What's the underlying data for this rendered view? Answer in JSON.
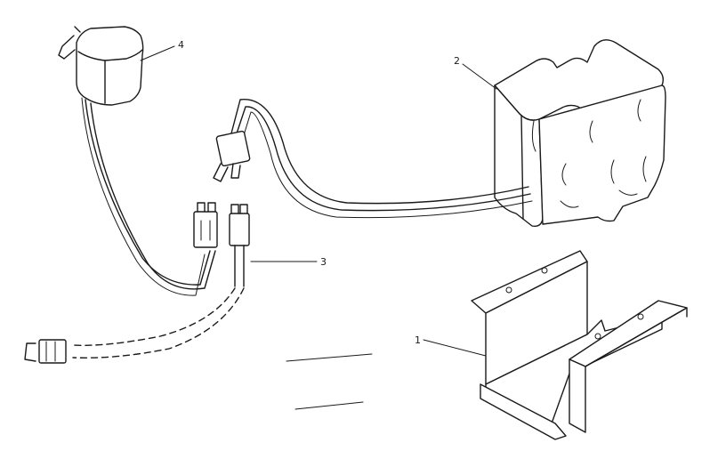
{
  "callouts": {
    "one": "1",
    "two": "2",
    "three": "3",
    "four": "4"
  },
  "colors": {
    "ink": "#1a1a1a",
    "paper": "#ffffff"
  }
}
